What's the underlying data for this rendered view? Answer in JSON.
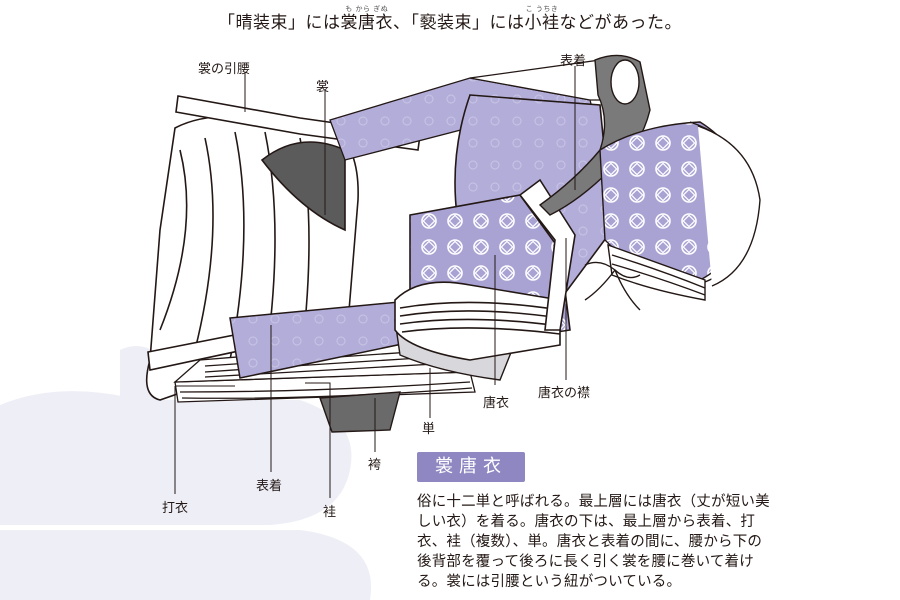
{
  "caption": {
    "part1": "「晴装束」には",
    "mokaraginu": "裳唐衣",
    "mokaraginu_ruby": "も から ぎぬ",
    "part2": "、「褻装束」には",
    "kouchiki": "小袿",
    "kouchiki_ruby": "こ うちき",
    "part3": "などがあった。"
  },
  "labels": {
    "mo_no_hikigoshi": "裳の引腰",
    "mo": "裳",
    "uwagi_top": "表着",
    "karaginu": "唐衣",
    "karaginu_no_eri": "唐衣の襟",
    "hitoe": "単",
    "hakama": "袴",
    "uwagi_bottom": "表着",
    "uchiginu": "打衣",
    "uchiki": "袿"
  },
  "box": {
    "title": "裳唐衣",
    "text": "俗に十二単と呼ばれる。最上層には唐衣（丈が短い美しい衣）を着る。唐衣の下は、最上層から表着、打衣、袿（複数）、単。唐衣と表着の間に、腰から下の後背部を覆って後ろに長く引く裳を腰に巻いて着ける。裳には引腰という紐がついている。"
  },
  "colors": {
    "accent": "#8e87c2",
    "robe_fill": "#a9a3d3",
    "light_blob": "#eeeef6",
    "ink": "#231815"
  }
}
